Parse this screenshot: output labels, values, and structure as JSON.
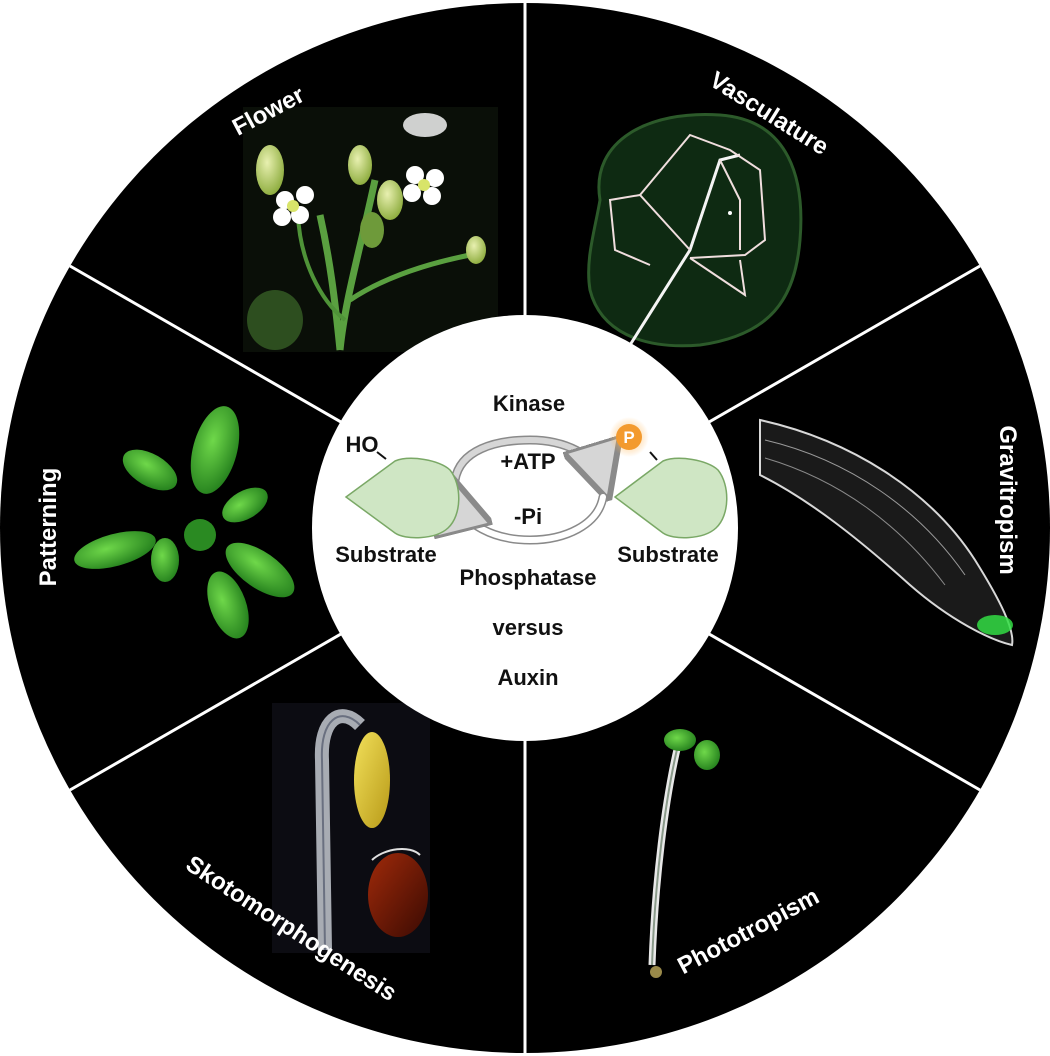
{
  "colors": {
    "ring": "#000000",
    "divider": "#ffffff",
    "center": "#ffffff",
    "substrate_fill": "#cfe6c4",
    "substrate_stroke": "#7aa866",
    "phospho": "#f39a2e",
    "arrow_fill": "#d6d6d6",
    "arrow_stroke": "#8a8a8a"
  },
  "segments": [
    {
      "key": "flower",
      "label": "Flower"
    },
    {
      "key": "vasculature",
      "label": "Vasculature"
    },
    {
      "key": "gravitropism",
      "label": "Gravitropism"
    },
    {
      "key": "phototropism",
      "label": "Phototropism"
    },
    {
      "key": "skotomorphogenesis",
      "label": "Skotomorphogenesis"
    },
    {
      "key": "patterning",
      "label": "Patterning"
    }
  ],
  "center": {
    "kinase": "Kinase",
    "plus_atp": "+ATP",
    "minus_pi": "-Pi",
    "phosphatase": "Phosphatase",
    "versus": "versus",
    "auxin": "Auxin",
    "substrate_left": "Substrate",
    "substrate_right": "Substrate",
    "hydroxyl": "HO",
    "phosphate": "P"
  }
}
